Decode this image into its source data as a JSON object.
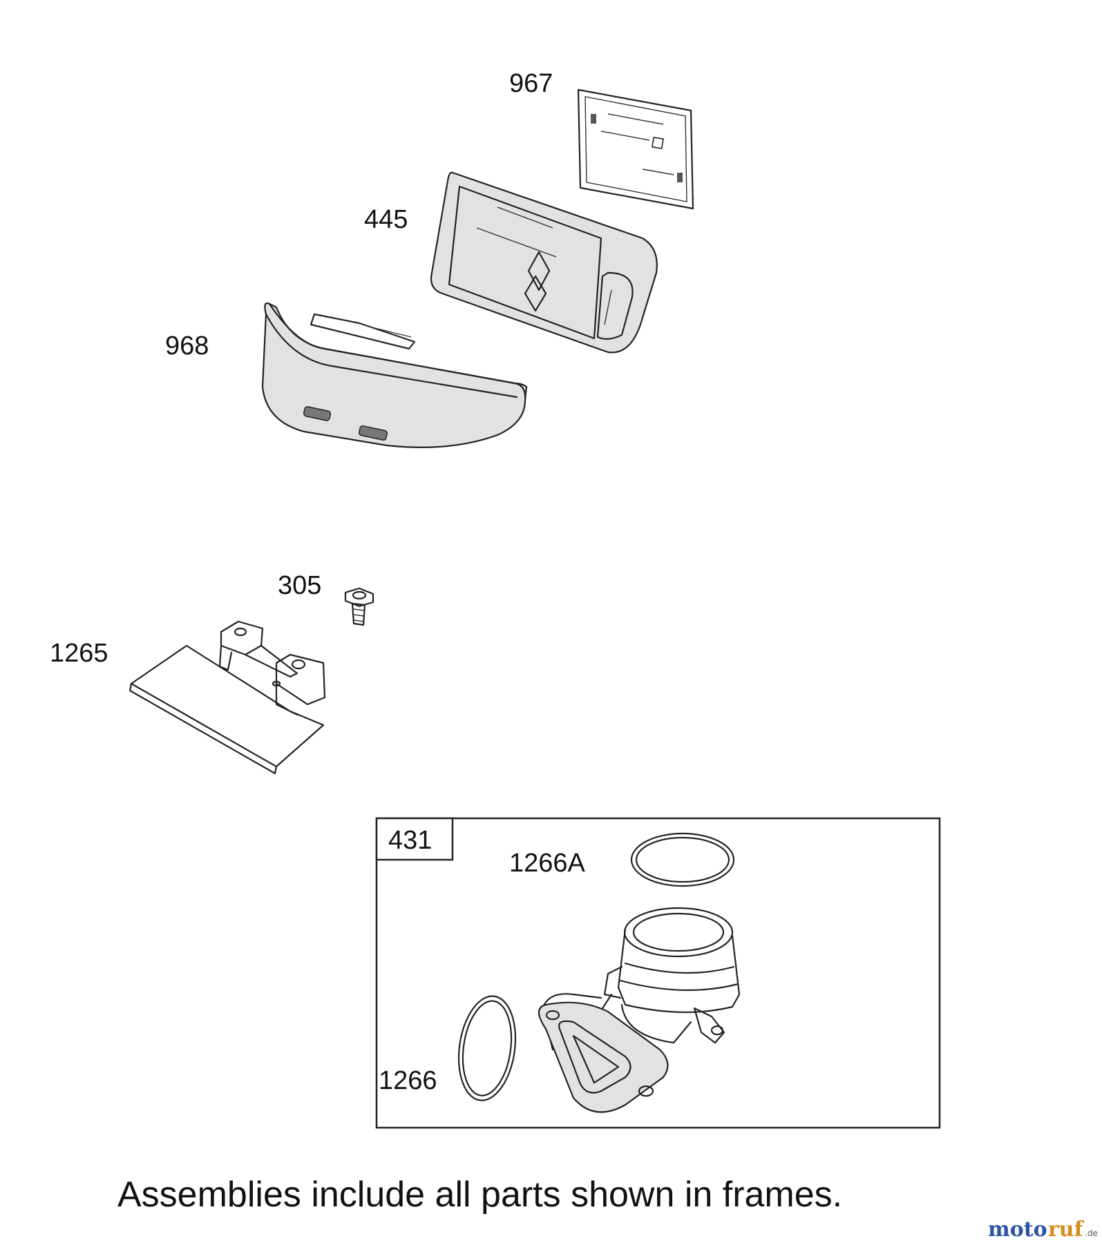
{
  "parts": {
    "p967": "967",
    "p445": "445",
    "p968": "968",
    "p305": "305",
    "p1265": "1265",
    "p431": "431",
    "p1266A": "1266A",
    "p1266": "1266"
  },
  "caption": "Assemblies include all parts shown in frames.",
  "watermark": {
    "part1": "moto",
    "part2": "ruf",
    "suffix": ".de"
  }
}
